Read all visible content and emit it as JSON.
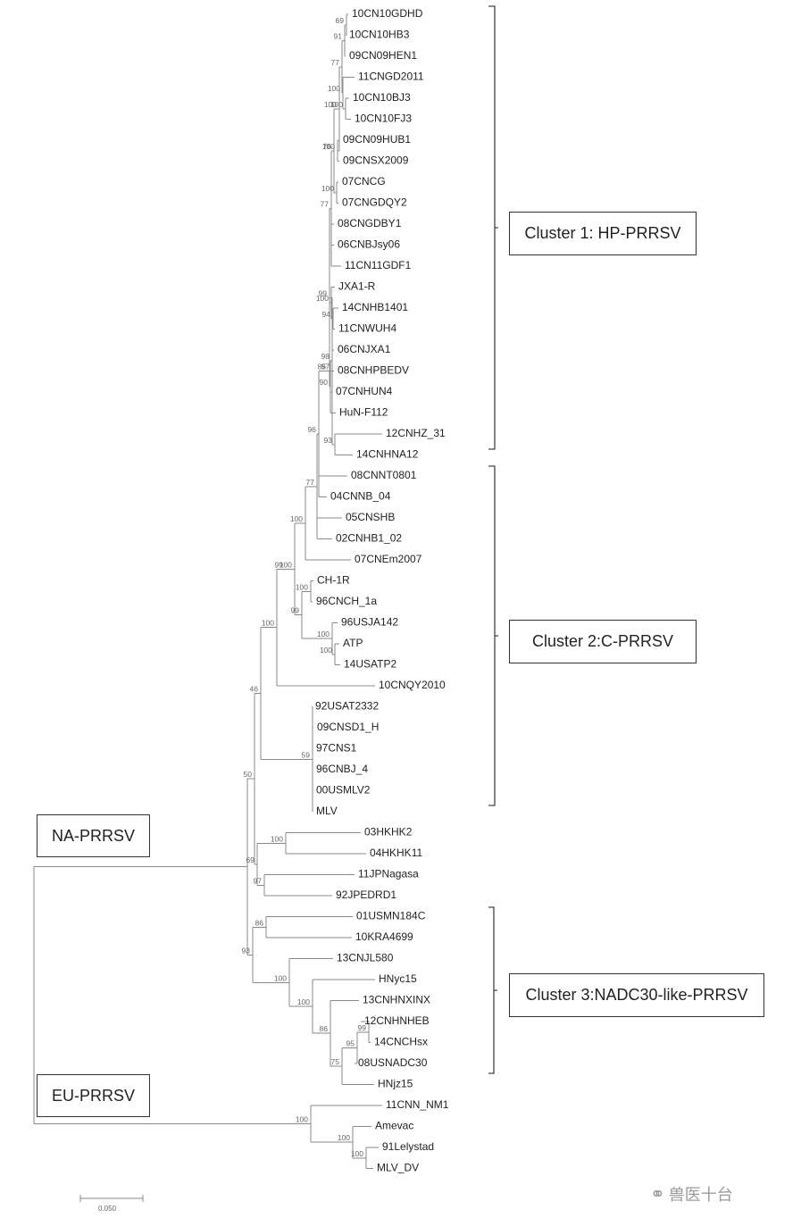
{
  "leaves": [
    "10CN10GDHD",
    "10CN10HB3",
    "09CN09HEN1",
    "11CNGD2011",
    "10CN10BJ3",
    "10CN10FJ3",
    "09CN09HUB1",
    "09CNSX2009",
    "07CNCG",
    "07CNGDQY2",
    "08CNGDBY1",
    "06CNBJsy06",
    "11CN11GDF1",
    "JXA1-R",
    "14CNHB1401",
    "11CNWUH4",
    "06CNJXA1",
    "08CNHPBEDV",
    "07CNHUN4",
    "HuN-F112",
    "12CNHZ_31",
    "14CNHNA12",
    "08CNNT0801",
    "04CNNB_04",
    "05CNSHB",
    "02CNHB1_02",
    "07CNEm2007",
    "CH-1R",
    "96CNCH_1a",
    "96USJA142",
    "ATP",
    "14USATP2",
    "10CNQY2010",
    "92USAT2332",
    "09CNSD1_H",
    "97CNS1",
    "96CNBJ_4",
    "00USMLV2",
    "MLV",
    "03HKHK2",
    "04HKHK11",
    "11JPNagasa",
    "92JPEDRD1",
    "01USMN184C",
    "10KRA4699",
    "13CNJL580",
    "HNyc15",
    "13CNHNXINX",
    "12CNHNHEB",
    "14CNCHsx",
    "08USNADC30",
    "HNjz15",
    "11CNN_NM1",
    "Amevac",
    "91Lelystad",
    "MLV_DV"
  ],
  "bootstrap": [
    "69",
    "91",
    "77",
    "100",
    "100",
    "100",
    "100",
    "76",
    "100",
    "77",
    "99",
    "100",
    "94",
    "98",
    "90",
    "69",
    "97",
    "93",
    "85",
    "96",
    "77",
    "100",
    "100",
    "99",
    "99",
    "100",
    "100",
    "100",
    "100",
    "46",
    "59",
    "100",
    "86",
    "50",
    "69",
    "100",
    "97",
    "86",
    "93",
    "100",
    "100",
    "86",
    "99",
    "95",
    "75",
    "100",
    "100",
    "100"
  ],
  "clusters": [
    {
      "label": "Cluster 1: HP-PRRSV"
    },
    {
      "label": "Cluster 2:C-PRRSV"
    },
    {
      "label": "Cluster 3:NADC30-like-PRRSV"
    }
  ],
  "groups": [
    {
      "label": "NA-PRRSV"
    },
    {
      "label": "EU-PRRSV"
    }
  ],
  "scale": {
    "label": "0.050"
  },
  "watermark": {
    "text": "兽医十台"
  }
}
